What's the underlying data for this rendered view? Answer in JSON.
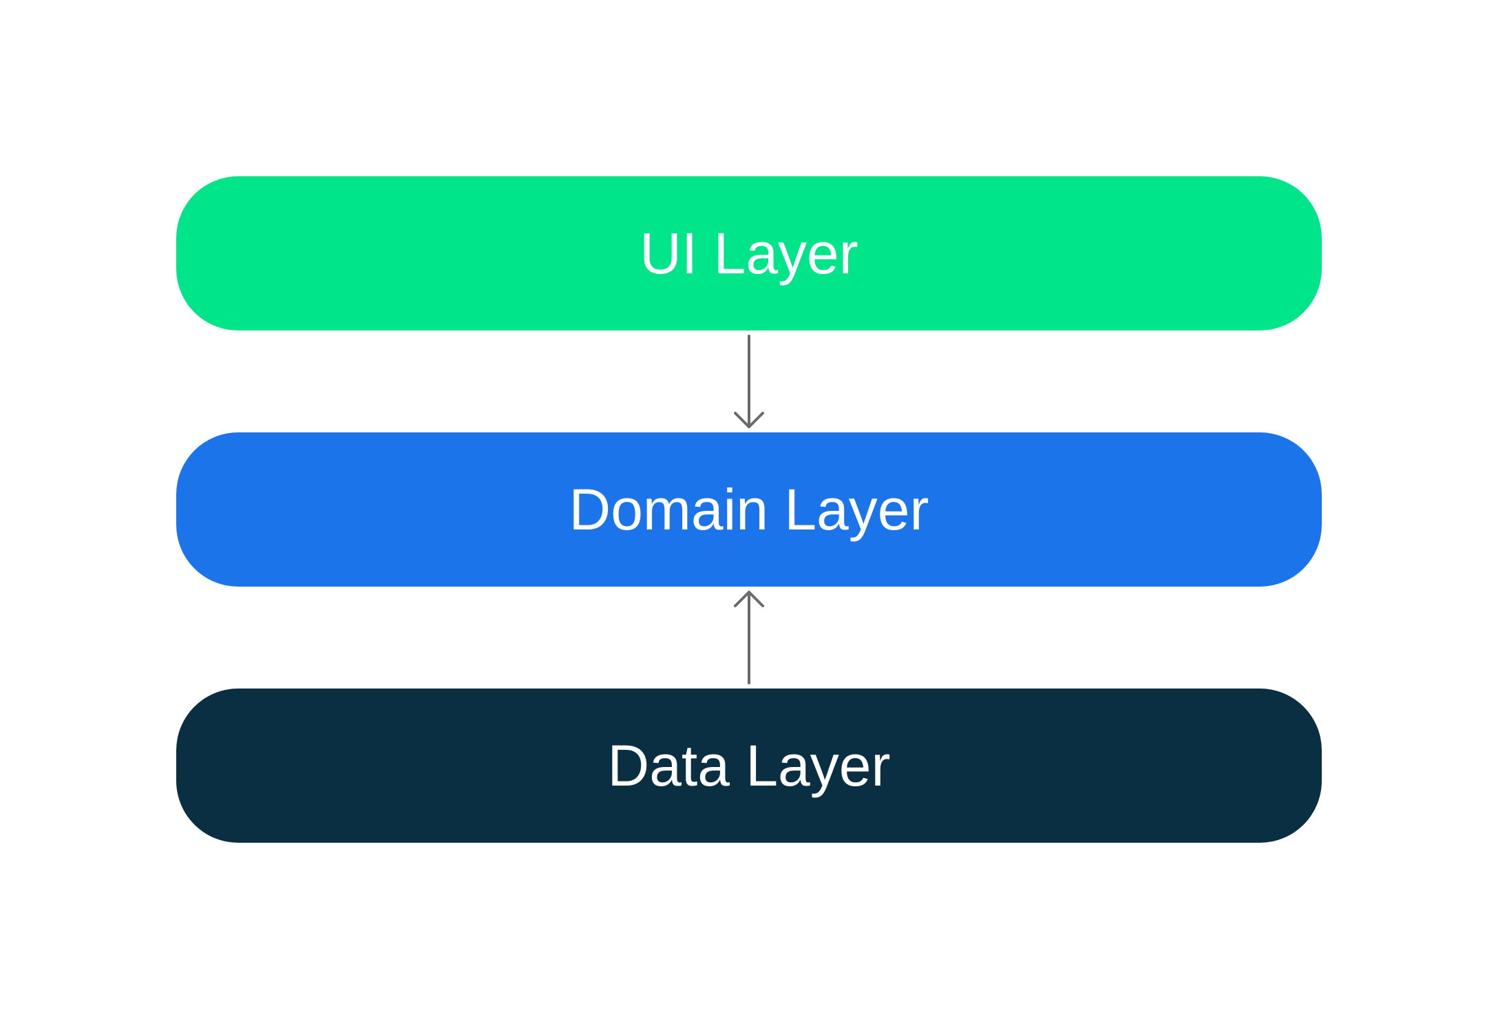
{
  "layers": [
    {
      "id": "ui",
      "label": "UI Layer",
      "color": "#00E58A"
    },
    {
      "id": "domain",
      "label": "Domain Layer",
      "color": "#1B74EA"
    },
    {
      "id": "data",
      "label": "Data Layer",
      "color": "#0A2F42"
    }
  ],
  "arrows": [
    {
      "from": "ui",
      "to": "domain",
      "direction": "down"
    },
    {
      "from": "data",
      "to": "domain",
      "direction": "up"
    }
  ],
  "colors": {
    "arrow": "#6B6B6B",
    "text": "#FFFFFF",
    "background": "#FFFFFF"
  }
}
